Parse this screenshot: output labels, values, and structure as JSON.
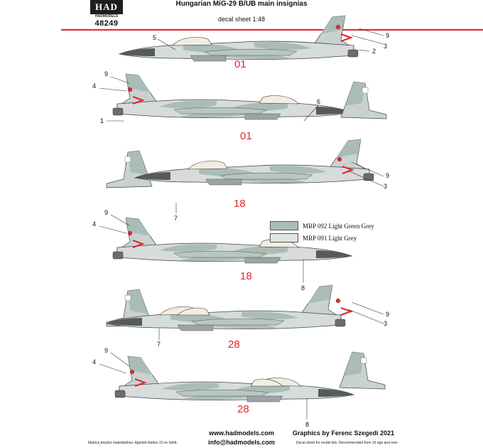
{
  "header": {
    "logo": "HAD",
    "logo_sub": "HADMODELS",
    "catalog_number": "48249",
    "title": "Hungarian MiG-29 B/UB main insignias",
    "subtitle": "decal sheet 1:48"
  },
  "aircraft": [
    {
      "number": "01"
    },
    {
      "number": "01"
    },
    {
      "number": "18"
    },
    {
      "number": "18"
    },
    {
      "number": "28"
    },
    {
      "number": "28"
    }
  ],
  "callouts": {
    "c5": "5",
    "c9a": "9",
    "c2": "2",
    "c3a": "3",
    "c9b": "9",
    "c4a": "4",
    "c1": "1",
    "c6": "6",
    "c9c": "9",
    "c3b": "3",
    "c7a": "7",
    "c9d": "9",
    "c4b": "4",
    "c8a": "8",
    "c9e": "9",
    "c3c": "3",
    "c7b": "7",
    "c9f": "9",
    "c4c": "4",
    "c8b": "8"
  },
  "legend": [
    {
      "label": "MRP 092 Light Green Grey",
      "color": "#a9bdb6"
    },
    {
      "label": "MRP 091 Light Grey",
      "color": "#dfe4e4"
    }
  ],
  "footer": {
    "website": "www.hadmodels.com",
    "email": "info@hadmodels.com",
    "credit": "Graphics by Ferenc Szegedi 2021",
    "note_hu": "Matrica készlet makettekhez. Ajánlott életkor 15 év felett.",
    "note_en": "Decal sheet for model kits. Recommended from 15 age and over"
  },
  "colors": {
    "light_green_grey": "#a9bdb6",
    "light_grey": "#dfe4e4",
    "red_accent": "#e3262b",
    "radome": "#555a5c"
  }
}
